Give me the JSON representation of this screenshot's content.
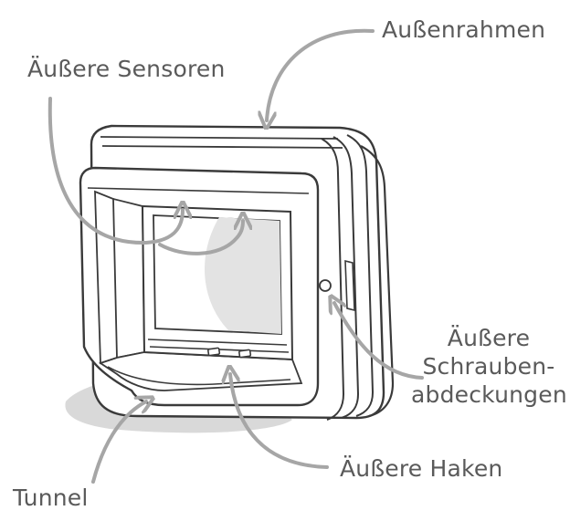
{
  "labels": {
    "outer_frame": "Außenrahmen",
    "outer_sensors": "Äußere Sensoren",
    "outer_screw_covers": [
      "Äußere",
      "Schrauben-",
      "abdeckungen"
    ],
    "outer_hooks": "Äußere Haken",
    "tunnel": "Tunnel"
  },
  "colors": {
    "line": "#3a3a3a",
    "arrow": "#a6a6a6",
    "text": "#5a5a5a",
    "shadow": "#d9d9d9",
    "glass": "#e3e3e3"
  }
}
